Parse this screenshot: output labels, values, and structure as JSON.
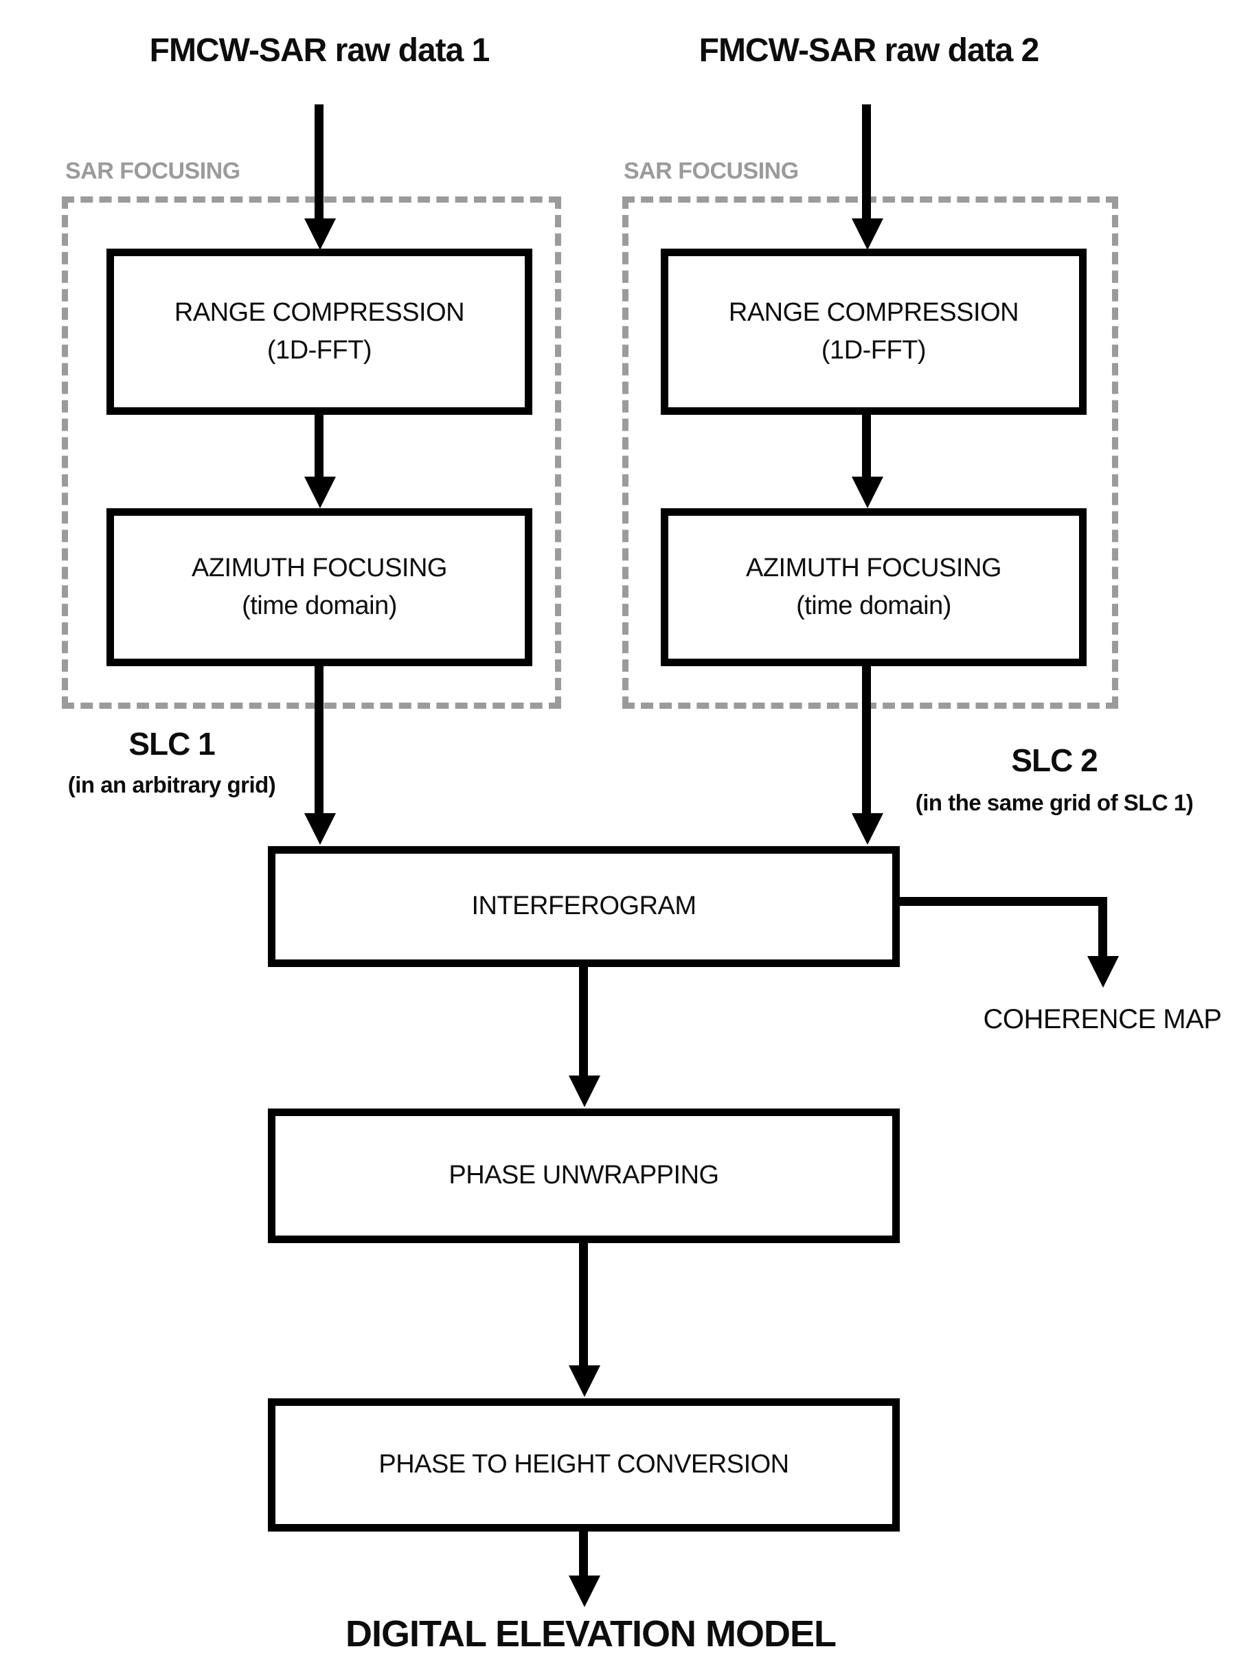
{
  "diagram": {
    "columns": [
      {
        "input_label": "FMCW-SAR raw data 1",
        "group_label": "SAR FOCUSING",
        "boxes": [
          {
            "title": "RANGE COMPRESSION",
            "subtitle": "(1D-FFT)"
          },
          {
            "title": "AZIMUTH FOCUSING",
            "subtitle": "(time domain)"
          }
        ],
        "output_title": "SLC 1",
        "output_subtitle": "(in an arbitrary grid)"
      },
      {
        "input_label": "FMCW-SAR raw data 2",
        "group_label": "SAR FOCUSING",
        "boxes": [
          {
            "title": "RANGE COMPRESSION",
            "subtitle": "(1D-FFT)"
          },
          {
            "title": "AZIMUTH FOCUSING",
            "subtitle": "(time domain)"
          }
        ],
        "output_title": "SLC 2",
        "output_subtitle": "(in the same grid of SLC 1)"
      }
    ],
    "pipeline": [
      {
        "title": "INTERFEROGRAM"
      },
      {
        "title": "PHASE UNWRAPPING"
      },
      {
        "title": "PHASE TO HEIGHT CONVERSION"
      }
    ],
    "side_output_label": "COHERENCE MAP",
    "final_output_label": "DIGITAL ELEVATION MODEL",
    "colors": {
      "line": "#000000",
      "dashed_border": "#9b9b9b",
      "background": "#ffffff",
      "text": "#0d0d0d"
    }
  }
}
